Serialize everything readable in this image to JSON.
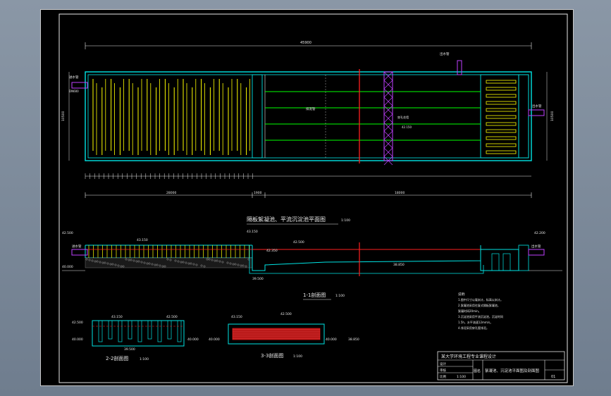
{
  "plan": {
    "title": "隔板絮凝池、平流沉淀池平面图",
    "scale": "1:100",
    "dim_total": "45900",
    "dim_left": "28000",
    "dim_right": "18000",
    "dim_gap": "1900",
    "label_inlet": "进水管",
    "label_inlet_size": "DN600",
    "label_outlet": "出水管",
    "label_sludge_pipe": "排泥管",
    "label_width": "10500",
    "label_perforated_wall": "穿孔花墙",
    "label_elev": "42.150"
  },
  "section11": {
    "title": "1-1剖面图",
    "scale": "1:100",
    "elev_water_left": "42.500",
    "elev_top": "43.150",
    "elev_mid": "42.350",
    "elev_bottom": "38.850",
    "elev_sludge": "39.500",
    "elev_ground": "40.000",
    "elev_right": "42.200",
    "label_inlet": "进水管",
    "label_outlet": "出水管"
  },
  "section22": {
    "title": "2-2剖面图",
    "scale": "1:100",
    "elev_top": "43.150",
    "elev_water": "42.500",
    "elev_ground": "40.000",
    "elev_bottom": "39.500"
  },
  "section33": {
    "title": "3-3剖面图",
    "scale": "1:100",
    "elev_top": "43.150",
    "elev_water": "42.500",
    "elev_ground": "40.000",
    "elev_bottom": "38.850"
  },
  "notes": {
    "heading": "说明:",
    "lines": [
      "1.图中尺寸以毫米计，标高以米计。",
      "2.絮凝池采用往复式隔板絮凝池，",
      "  絮凝时间20min。",
      "3.沉淀池采用平流沉淀池，沉淀时间",
      "  1.5h，水平流速12mm/s。",
      "4.排泥采用穿孔管排泥。"
    ]
  },
  "title_block": {
    "school": "某大学环境工程专业课程设计",
    "drawing_name": "絮凝池、沉淀池平面图及剖面图",
    "label_figure": "图名",
    "row1": "设计",
    "row2": "审核",
    "row3": "比例",
    "scale": "1:100",
    "sheet_no": "01"
  },
  "colors": {
    "cyan": "#00e5e5",
    "yellow": "#ffff00",
    "green": "#00ff00",
    "red": "#ff2020",
    "magenta": "#c040ff",
    "white": "#e8e8e8"
  }
}
